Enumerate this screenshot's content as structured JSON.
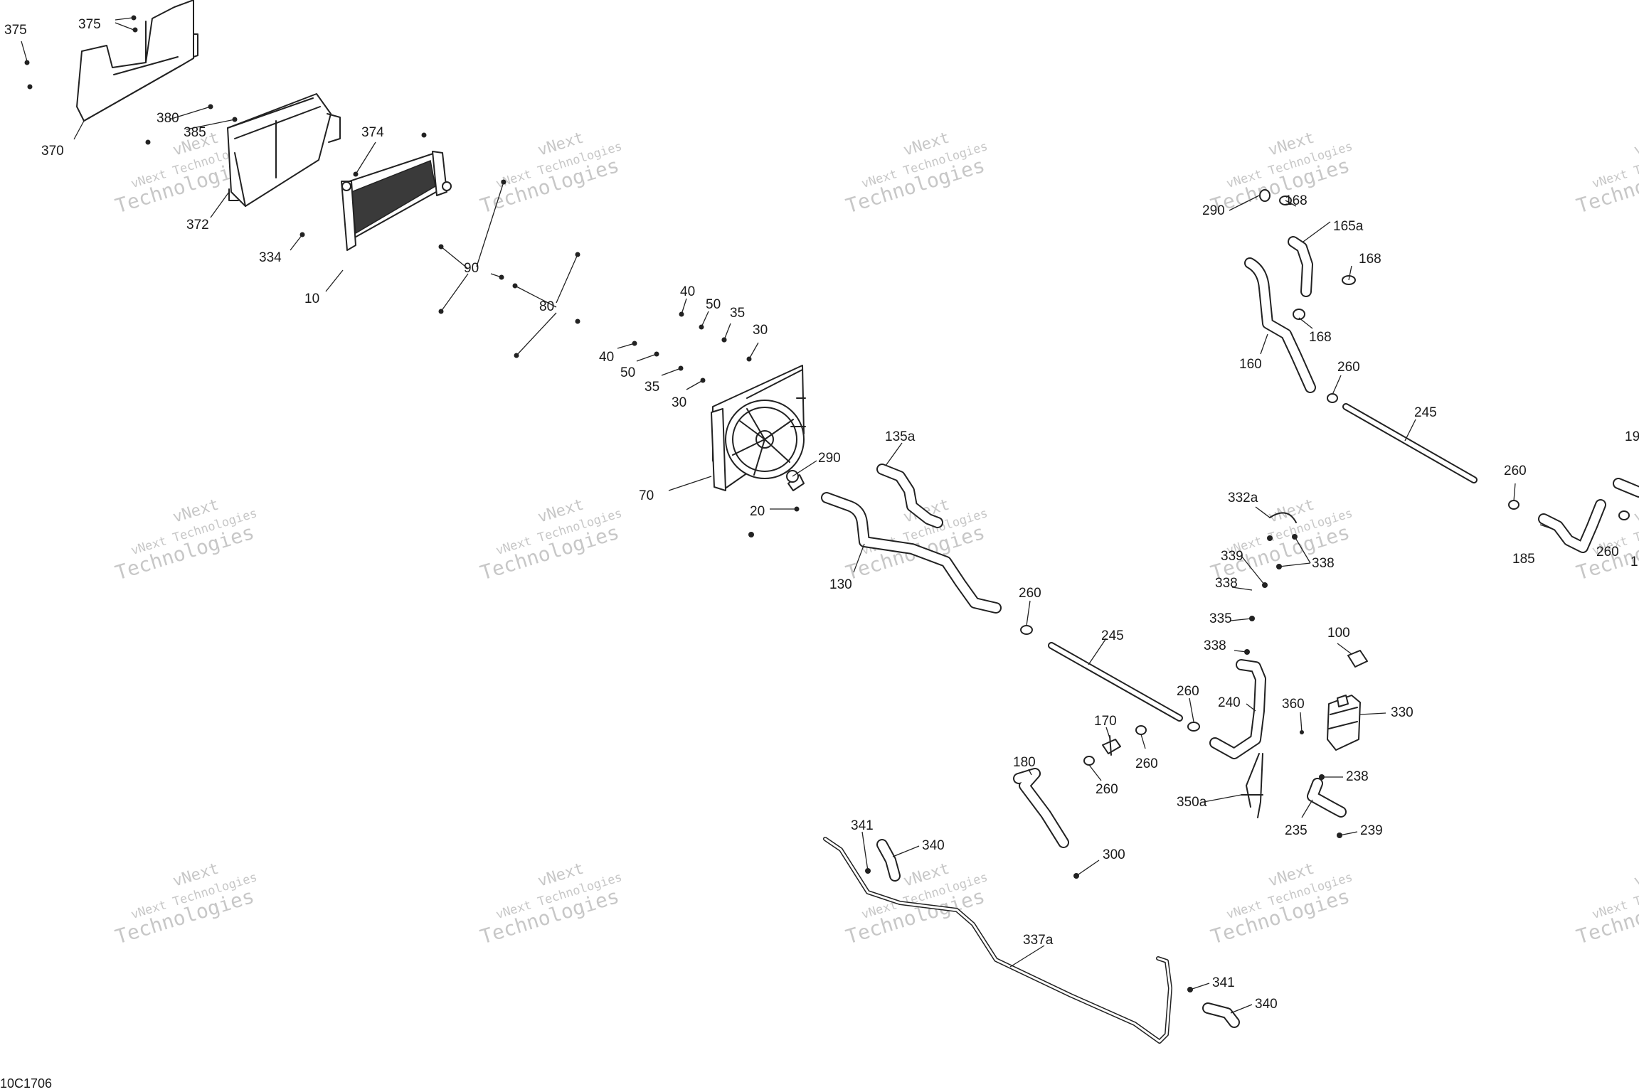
{
  "watermark": {
    "line1": "vNext",
    "line2": "vNext Technologies",
    "line3": "Technologies"
  },
  "reference_code": "10C1706",
  "callouts": [
    {
      "id": "c1",
      "label": "375"
    },
    {
      "id": "c2",
      "label": "375"
    },
    {
      "id": "c3",
      "label": "370"
    },
    {
      "id": "c4",
      "label": "380"
    },
    {
      "id": "c5",
      "label": "385"
    },
    {
      "id": "c6",
      "label": "372"
    },
    {
      "id": "c7",
      "label": "374"
    },
    {
      "id": "c8",
      "label": "334"
    },
    {
      "id": "c9",
      "label": "10"
    },
    {
      "id": "c10",
      "label": "90"
    },
    {
      "id": "c11",
      "label": "80"
    },
    {
      "id": "c12",
      "label": "40"
    },
    {
      "id": "c13",
      "label": "50"
    },
    {
      "id": "c14",
      "label": "35"
    },
    {
      "id": "c15",
      "label": "30"
    },
    {
      "id": "c16",
      "label": "40"
    },
    {
      "id": "c17",
      "label": "50"
    },
    {
      "id": "c18",
      "label": "35"
    },
    {
      "id": "c19",
      "label": "30"
    },
    {
      "id": "c20",
      "label": "70"
    },
    {
      "id": "c21",
      "label": "290"
    },
    {
      "id": "c22",
      "label": "20"
    },
    {
      "id": "c23",
      "label": "135a"
    },
    {
      "id": "c24",
      "label": "130"
    },
    {
      "id": "c25",
      "label": "260"
    },
    {
      "id": "c26",
      "label": "245"
    },
    {
      "id": "c27",
      "label": "260"
    },
    {
      "id": "c28",
      "label": "170"
    },
    {
      "id": "c29",
      "label": "260"
    },
    {
      "id": "c30",
      "label": "260"
    },
    {
      "id": "c31",
      "label": "180"
    },
    {
      "id": "c32",
      "label": "300"
    },
    {
      "id": "c33",
      "label": "341"
    },
    {
      "id": "c34",
      "label": "340"
    },
    {
      "id": "c35",
      "label": "337a"
    },
    {
      "id": "c36",
      "label": "341"
    },
    {
      "id": "c37",
      "label": "340"
    },
    {
      "id": "c38",
      "label": "290"
    },
    {
      "id": "c39",
      "label": "168"
    },
    {
      "id": "c40",
      "label": "165a"
    },
    {
      "id": "c41",
      "label": "168"
    },
    {
      "id": "c42",
      "label": "168"
    },
    {
      "id": "c43",
      "label": "160"
    },
    {
      "id": "c44",
      "label": "260"
    },
    {
      "id": "c45",
      "label": "245"
    },
    {
      "id": "c46",
      "label": "260"
    },
    {
      "id": "c47",
      "label": "19"
    },
    {
      "id": "c48",
      "label": "185"
    },
    {
      "id": "c49",
      "label": "260"
    },
    {
      "id": "c50",
      "label": "1"
    },
    {
      "id": "c51",
      "label": "332a"
    },
    {
      "id": "c52",
      "label": "339"
    },
    {
      "id": "c53",
      "label": "338"
    },
    {
      "id": "c54",
      "label": "338"
    },
    {
      "id": "c55",
      "label": "335"
    },
    {
      "id": "c56",
      "label": "338"
    },
    {
      "id": "c57",
      "label": "100"
    },
    {
      "id": "c58",
      "label": "240"
    },
    {
      "id": "c59",
      "label": "360"
    },
    {
      "id": "c60",
      "label": "330"
    },
    {
      "id": "c61",
      "label": "350a"
    },
    {
      "id": "c62",
      "label": "238"
    },
    {
      "id": "c63",
      "label": "235"
    },
    {
      "id": "c64",
      "label": "239"
    }
  ]
}
